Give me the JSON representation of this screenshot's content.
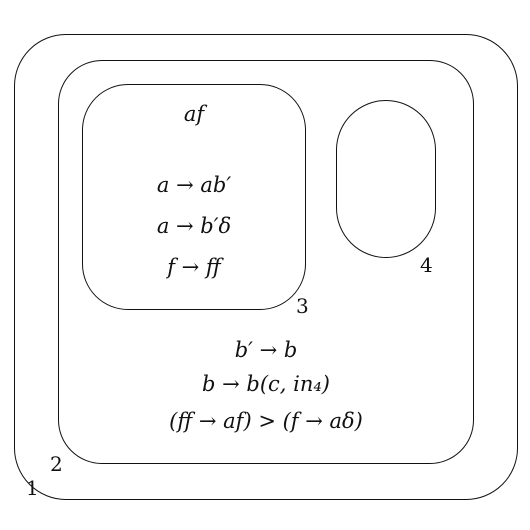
{
  "membranes": {
    "skin": {
      "label": "1"
    },
    "m2": {
      "label": "2",
      "rules": [
        "b′ → b",
        "b → b(c, in₄)",
        "(ff → af) > (f → aδ)"
      ]
    },
    "m3": {
      "label": "3",
      "objects": "af",
      "rules": [
        "a → ab′",
        "a → b′δ",
        "f → ff"
      ]
    },
    "m4": {
      "label": "4"
    }
  }
}
